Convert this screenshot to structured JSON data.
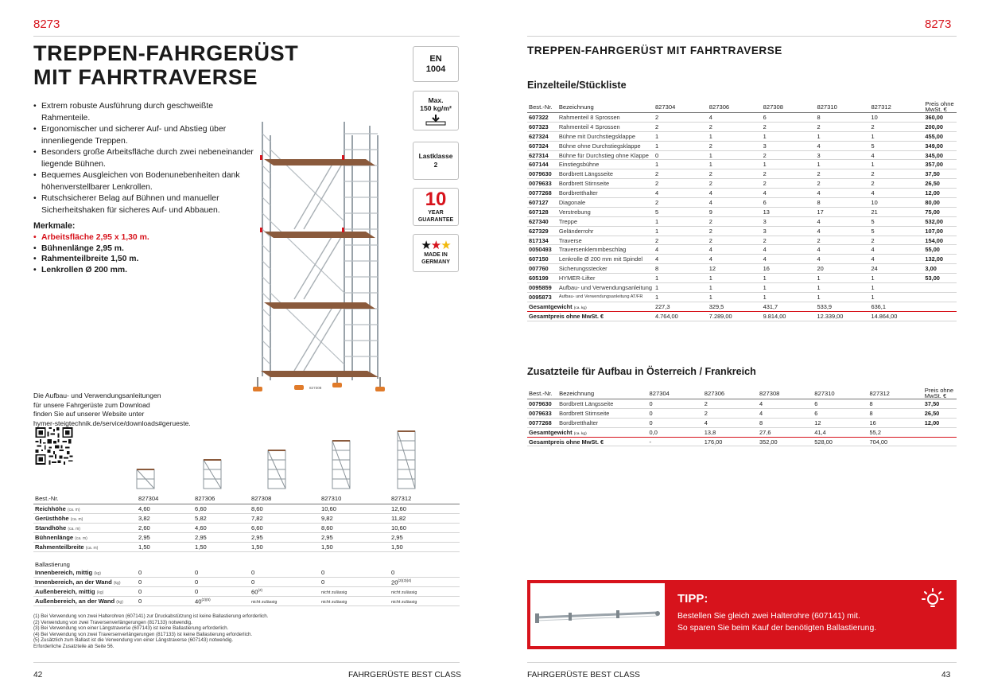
{
  "page_left": {
    "code": "8273",
    "title_line1": "TREPPEN-FAHRGERÜST",
    "title_line2": "MIT FAHRTRAVERSE",
    "bullets": [
      "Extrem robuste Ausführung durch geschweißte Rahmenteile.",
      "Ergonomischer und sicherer Auf- und Abstieg über innenliegende Treppen.",
      "Besonders große Arbeitsfläche durch zwei nebeneinander liegende Bühnen.",
      "Bequemes Ausgleichen von Bodenunebenheiten dank höhenverstellbarer Lenkrollen.",
      "Rutschsicherer Belag auf Bühnen und manueller Sicherheitshaken für sicheres Auf- und Abbauen."
    ],
    "merkmale_title": "Merkmale:",
    "merkmale": [
      "Arbeitsfläche 2,95 x 1,30 m.",
      "Bühnenlänge 2,95 m.",
      "Rahmenteilbreite 1,50 m.",
      "Lenkrollen Ø 200 mm."
    ],
    "badges": {
      "en_top": "EN",
      "en_bottom": "1004",
      "max_top": "Max.",
      "max_bottom": "150 kg/m²",
      "lastklasse": "Lastklasse",
      "lastklasse_value": "2",
      "guarantee_number": "10",
      "guarantee_year": "YEAR",
      "guarantee_word": "GUARANTEE",
      "made_in": "MADE IN",
      "germany": "GERMANY"
    },
    "illustration_label": "827308",
    "download_lines": [
      "Die Aufbau- und Verwendungsanleitungen",
      "für unsere Fahrgerüste zum Download",
      "finden Sie auf unserer Website unter",
      "hymer-steigtechnik.de/service/downloads#gerueste."
    ],
    "spec_table": {
      "header": [
        "Best.-Nr.",
        "827304",
        "827306",
        "827308",
        "827310",
        "827312"
      ],
      "rows": [
        {
          "label": "Reichhöhe",
          "unit": "(ca. m)",
          "values": [
            "4,60",
            "6,60",
            "8,60",
            "10,60",
            "12,60"
          ]
        },
        {
          "label": "Gerüsthöhe",
          "unit": "(ca. m)",
          "values": [
            "3,82",
            "5,82",
            "7,82",
            "9,82",
            "11,82"
          ]
        },
        {
          "label": "Standhöhe",
          "unit": "(ca. m)",
          "values": [
            "2,60",
            "4,60",
            "6,60",
            "8,60",
            "10,60"
          ]
        },
        {
          "label": "Bühnenlänge",
          "unit": "(ca. m)",
          "values": [
            "2,95",
            "2,95",
            "2,95",
            "2,95",
            "2,95"
          ]
        },
        {
          "label": "Rahmenteilbreite",
          "unit": "(ca. m)",
          "values": [
            "1,50",
            "1,50",
            "1,50",
            "1,50",
            "1,50"
          ]
        }
      ],
      "ballast_title": "Ballastierung",
      "ballast_rows": [
        {
          "label": "Innenbereich, mittig",
          "unit": "(kg)",
          "values": [
            "0",
            "0",
            "0",
            "0",
            "0"
          ],
          "notes": [
            "",
            "",
            "",
            "",
            ""
          ]
        },
        {
          "label": "Innenbereich, an der Wand",
          "unit": "(kg)",
          "values": [
            "0",
            "0",
            "0",
            "0",
            "20"
          ],
          "notes": [
            "",
            "",
            "",
            "",
            "(2)(3)(4)"
          ]
        },
        {
          "label": "Außenbereich, mittig",
          "unit": "(kg)",
          "values": [
            "0",
            "0",
            "60",
            "nicht zulässig",
            "nicht zulässig"
          ],
          "notes": [
            "",
            "",
            "(2)",
            "",
            ""
          ]
        },
        {
          "label": "Außenbereich, an der Wand",
          "unit": "(kg)",
          "values": [
            "0",
            "40",
            "nicht zulässig",
            "nicht zulässig",
            "nicht zulässig"
          ],
          "notes": [
            "",
            "(2)(5)",
            "",
            "",
            ""
          ]
        }
      ]
    },
    "footnotes": [
      "(1) Bei Verwendung von zwei Halterohren (607141) zur Druckabstützung ist keine Ballastierung erforderlich.",
      "(2) Verwendung von zwei Traversenverlängerungen (817133) notwendig.",
      "(3) Bei Verwendung von einer Längstraverse (607143) ist keine Ballastierung erforderlich.",
      "(4) Bei Verwendung von zwei Traversenverlängerungen (817133) ist keine Ballastierung erforderlich.",
      "(5) Zusätzlich zum Ballast ist die Verwendung von einer Längstraverse (607143) notwendig.",
      "Erforderliche Zusatzteile ab Seite 56."
    ],
    "page_number": "42",
    "footer_title": "FAHRGERÜSTE BEST CLASS"
  },
  "page_right": {
    "code": "8273",
    "heading": "TREPPEN-FAHRGERÜST MIT FAHRTRAVERSE",
    "parts_title": "Einzelteile/Stückliste",
    "parts_header": [
      "Best.-Nr.",
      "Bezeichnung",
      "827304",
      "827306",
      "827308",
      "827310",
      "827312",
      "Preis ohne MwSt. €"
    ],
    "parts_rows": [
      [
        "607322",
        "Rahmenteil 8 Sprossen",
        "2",
        "4",
        "6",
        "8",
        "10",
        "360,00"
      ],
      [
        "607323",
        "Rahmenteil 4 Sprossen",
        "2",
        "2",
        "2",
        "2",
        "2",
        "200,00"
      ],
      [
        "627324",
        "Bühne mit Durchstiegsklappe",
        "1",
        "1",
        "1",
        "1",
        "1",
        "455,00"
      ],
      [
        "607324",
        "Bühne ohne Durchstiegsklappe",
        "1",
        "2",
        "3",
        "4",
        "5",
        "349,00"
      ],
      [
        "627314",
        "Bühne für Durchstieg ohne Klappe",
        "0",
        "1",
        "2",
        "3",
        "4",
        "345,00"
      ],
      [
        "607144",
        "Einstiegsbühne",
        "1",
        "1",
        "1",
        "1",
        "1",
        "357,00"
      ],
      [
        "0079630",
        "Bordbrett Längsseite",
        "2",
        "2",
        "2",
        "2",
        "2",
        "37,50"
      ],
      [
        "0079633",
        "Bordbrett Stirnseite",
        "2",
        "2",
        "2",
        "2",
        "2",
        "26,50"
      ],
      [
        "0077268",
        "Bordbretthalter",
        "4",
        "4",
        "4",
        "4",
        "4",
        "12,00"
      ],
      [
        "607127",
        "Diagonale",
        "2",
        "4",
        "6",
        "8",
        "10",
        "80,00"
      ],
      [
        "607128",
        "Verstrebung",
        "5",
        "9",
        "13",
        "17",
        "21",
        "75,00"
      ],
      [
        "627340",
        "Treppe",
        "1",
        "2",
        "3",
        "4",
        "5",
        "532,00"
      ],
      [
        "627329",
        "Geländerrohr",
        "1",
        "2",
        "3",
        "4",
        "5",
        "107,00"
      ],
      [
        "817134",
        "Traverse",
        "2",
        "2",
        "2",
        "2",
        "2",
        "154,00"
      ],
      [
        "0050493",
        "Traversenklemmbeschlag",
        "4",
        "4",
        "4",
        "4",
        "4",
        "55,00"
      ],
      [
        "607150",
        "Lenkrolle Ø 200 mm mit Spindel",
        "4",
        "4",
        "4",
        "4",
        "4",
        "132,00"
      ],
      [
        "007760",
        "Sicherungsstecker",
        "8",
        "12",
        "16",
        "20",
        "24",
        "3,00"
      ],
      [
        "605199",
        "HYMER-Lifter",
        "1",
        "1",
        "1",
        "1",
        "1",
        "53,00"
      ],
      [
        "0095859",
        "Aufbau- und Verwendungsanleitung",
        "1",
        "1",
        "1",
        "1",
        "1",
        ""
      ],
      [
        "0095873",
        "Aufbau- und Verwendungsanleitung AT/FR",
        "1",
        "1",
        "1",
        "1",
        "1",
        ""
      ]
    ],
    "weight_label": "Gesamtgewicht",
    "weight_unit": "(ca. kg)",
    "weight_values": [
      "227,3",
      "329,5",
      "431,7",
      "533,9",
      "636,1"
    ],
    "price_label": "Gesamtpreis ohne MwSt. €",
    "price_values": [
      "4.764,00",
      "7.289,00",
      "9.814,00",
      "12.339,00",
      "14.864,00"
    ],
    "extra_title": "Zusatzteile für Aufbau in Österreich / Frankreich",
    "extra_header": [
      "Best.-Nr.",
      "Bezeichnung",
      "827304",
      "827306",
      "827308",
      "827310",
      "827312",
      "Preis ohne MwSt. €"
    ],
    "extra_rows": [
      [
        "0079630",
        "Bordbrett Längsseite",
        "0",
        "2",
        "4",
        "6",
        "8",
        "37,50"
      ],
      [
        "0079633",
        "Bordbrett Stirnseite",
        "0",
        "2",
        "4",
        "6",
        "8",
        "26,50"
      ],
      [
        "0077268",
        "Bordbretthalter",
        "0",
        "4",
        "8",
        "12",
        "16",
        "12,00"
      ]
    ],
    "extra_weight_values": [
      "0,0",
      "13,8",
      "27,6",
      "41,4",
      "55,2"
    ],
    "extra_price_values": [
      "-",
      "176,00",
      "352,00",
      "528,00",
      "704,00"
    ],
    "tipp_title": "TIPP:",
    "tipp_line1": "Bestellen Sie gleich zwei Halterohre (607141) mit.",
    "tipp_line2": "So sparen Sie beim Kauf der benötigten Ballastierung.",
    "page_number": "43",
    "footer_title": "FAHRGERÜSTE BEST CLASS"
  },
  "colors": {
    "accent": "#d7131c",
    "wood": "#8a5a3c",
    "scaffold": "#9aa3aa"
  }
}
